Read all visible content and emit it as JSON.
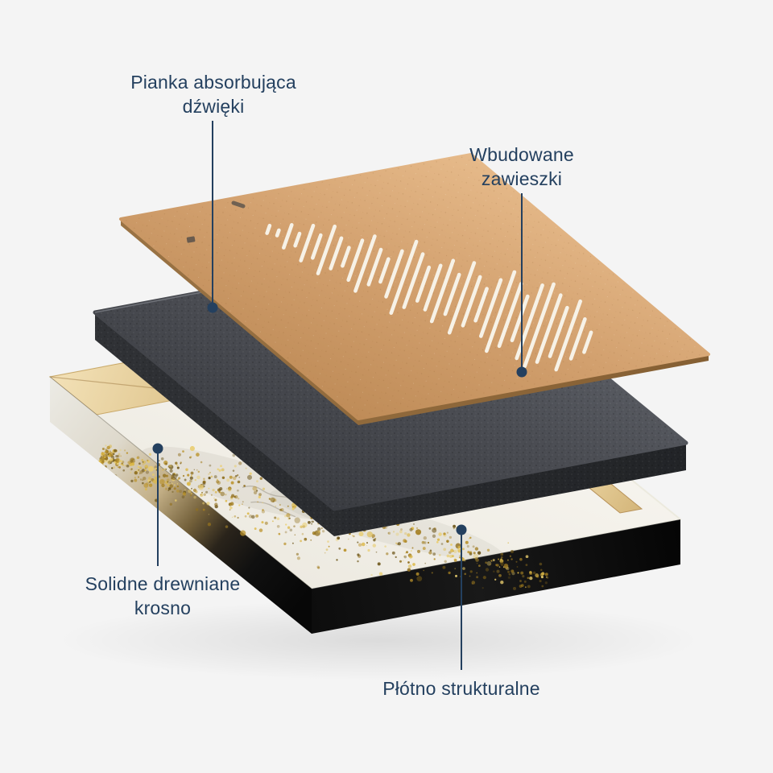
{
  "colors": {
    "page_bg": "#f4f4f4",
    "accent_navy": "#24405f",
    "board_tan": "#d2a06e",
    "board_edge": "#96703f",
    "slot_cream": "#f7f2e7",
    "foam_gray": "#4a4c52",
    "foam_edge": "#2a2c30",
    "canvas_white": "#f4f2ec",
    "canvas_side_black": "#0a0a0a",
    "wood_light": "#eedcae",
    "gold": "#c49a2e"
  },
  "callouts": {
    "foam": {
      "line1": "Pianka absorbująca",
      "line2": "dźwięki"
    },
    "hangers": {
      "line1": "Wbudowane",
      "line2": "zawieszki"
    },
    "frame": {
      "line1": "Solidne drewniane",
      "line2": "krosno"
    },
    "canvas": {
      "line1": "Płótno strukturalne"
    }
  },
  "artwork": {
    "waveform_slot_lengths": [
      10,
      7,
      30,
      16,
      46,
      30,
      62,
      40,
      24,
      52,
      72,
      46,
      30,
      60,
      94,
      70,
      44,
      58,
      80,
      52,
      92,
      64,
      42,
      74,
      104,
      82,
      58,
      96,
      108,
      88,
      64,
      90,
      52,
      26
    ],
    "gold_palette": [
      "#dcb847",
      "#bb932c",
      "#91701f",
      "#e9cd6e",
      "#a37e22",
      "#6b5316"
    ]
  }
}
